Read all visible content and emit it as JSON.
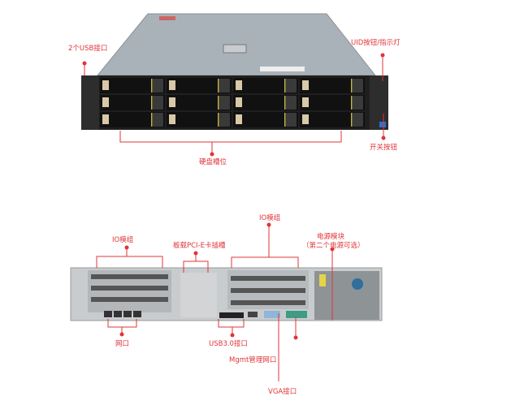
{
  "front": {
    "usb_label": "2个USB接口",
    "uid_label": "UID按钮/指示灯",
    "power_button_label": "开关按钮",
    "drive_bays_label": "硬盘槽位"
  },
  "rear": {
    "io_module_left_label": "IO模组",
    "onboard_pcie_label": "板载PCI-E卡插槽",
    "io_module_right_label": "IO模组",
    "psu_label": "电源模块",
    "psu_note": "（第二个电源可选）",
    "network_label": "网口",
    "usb3_label": "USB3.0接口",
    "mgmt_label": "Mgmt管理网口",
    "vga_label": "VGA接口"
  },
  "colors": {
    "annotation": "#e0343a",
    "chassis": "#a9b0b6",
    "panel": "#2a2a2a"
  }
}
